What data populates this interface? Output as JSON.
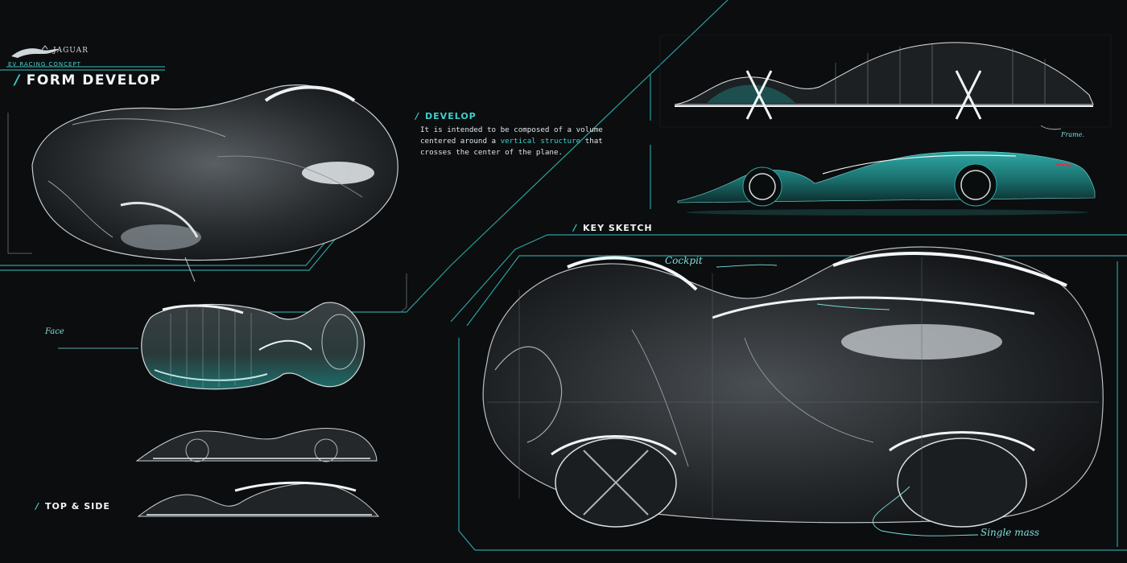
{
  "brand": {
    "name": "JAGUAR",
    "subtitle": "EV RACING CONCEPT",
    "logo_icon": "leaping-jaguar-icon"
  },
  "page_title": "FORM DEVELOP",
  "develop": {
    "title": "DEVELOP",
    "line1": "It is intended to be composed of a volume",
    "line2_start": "centered around a ",
    "line2_highlight": "vertical structure",
    "line2_end": " that",
    "line3": "crosses the center of the plane."
  },
  "sections": {
    "key_sketch": "KEY SKETCH",
    "top_side": "TOP & SIDE"
  },
  "annotations": {
    "face": "Face",
    "cockpit": "Cockpit",
    "frame": "Frame.",
    "single_mass": "Single mass"
  },
  "colors": {
    "background": "#0b0d0f",
    "accent": "#3fd0cb",
    "car_teal": "#1f8f8c",
    "tail_light": "#e0314a"
  }
}
